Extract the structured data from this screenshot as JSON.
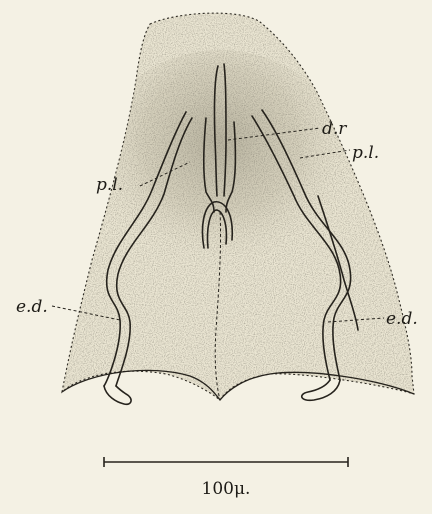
{
  "labels": {
    "dr": "d.r",
    "pl_left": "p.l.",
    "pl_right": "p.l.",
    "ed_left": "e.d.",
    "ed_right": "e.d."
  },
  "scale_bar": {
    "label": "100μ."
  },
  "colors": {
    "paper": "#f4f1e4",
    "tissue": "#ebe6d3",
    "ink": "#26231d"
  }
}
